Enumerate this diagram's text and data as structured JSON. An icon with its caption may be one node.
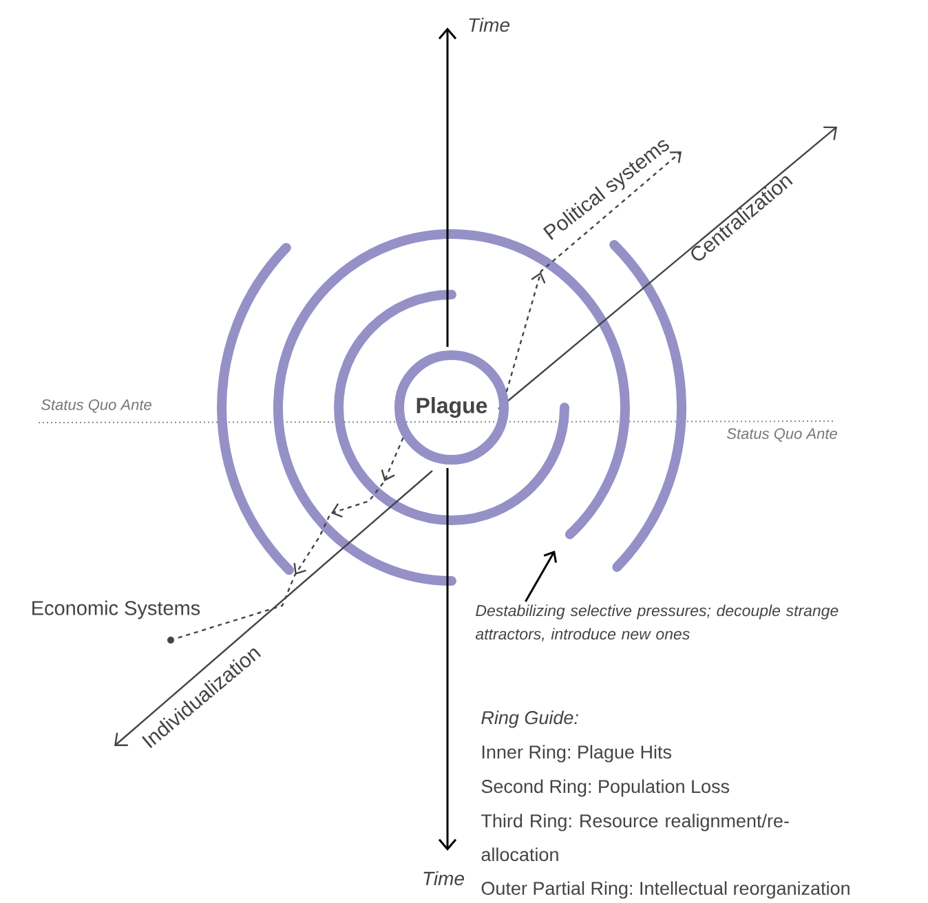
{
  "diagram": {
    "nodes": [
      {
        "text": [
          "Plague"
        ]
      },
      {
        "text": [
          "Political systems"
        ]
      },
      {
        "text": [],
        "shape": "circle",
        "beside": [
          "Economic Systems"
        ]
      },
      {
        "text": [
          "Destabilizing selective pressures; decouple strange attractors, introduce new ones"
        ]
      }
    ],
    "edges": [
      {
        "from": 0,
        "to": 1,
        "arrow": "to",
        "style": "dashed"
      },
      {
        "from": 0,
        "to": 2,
        "arrow": "to",
        "style": "dashed"
      },
      {
        "from": 3,
        "to": null,
        "arrow": "to"
      }
    ],
    "labels": [
      "Time",
      "Centralization",
      "Status Quo Ante",
      "Status Quo Ante",
      "Individualization",
      "Ring Guide:",
      "Inner Ring: Plague Hits",
      "Second Ring: Population Loss",
      "Third Ring: Resource realignment/re-allocation",
      "Time",
      "Outer Partial Ring: Intellectual reorganization"
    ]
  }
}
